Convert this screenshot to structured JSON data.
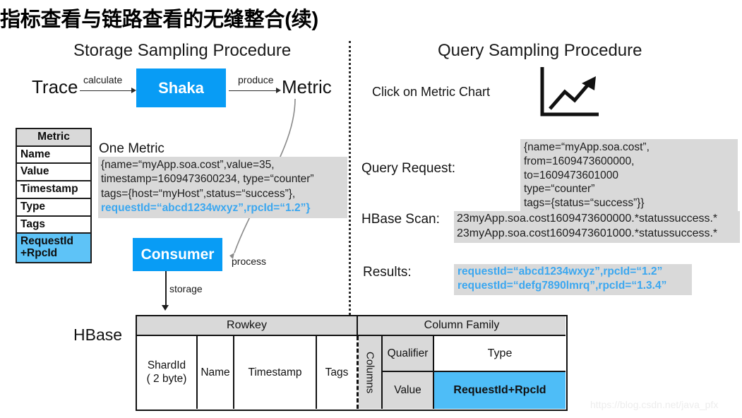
{
  "page": {
    "title": "指标查看与链路查看的无缝整合(续)",
    "watermark": "https://blog.csdn.net/java_pfx",
    "accent_blue": "#089cf5",
    "highlight_blue": "#4ebdf7",
    "text_blue": "#3ba7f0",
    "gray_fill": "#d9d9d9"
  },
  "storage_side": {
    "heading": "Storage Sampling Procedure",
    "flow": {
      "source_label": "Trace",
      "arrow1_label": "calculate",
      "processor_label": "Shaka",
      "arrow2_label": "produce",
      "output_label": "Metric"
    },
    "consumer": {
      "label": "Consumer",
      "incoming_label": "process",
      "outgoing_label": "storage"
    },
    "metric_table": {
      "header": "Metric",
      "rows": [
        "Name",
        "Value",
        "Timestamp",
        "Type",
        "Tags"
      ],
      "highlight_row": "RequestId\n+RpcId"
    },
    "one_metric": {
      "title": "One Metric",
      "lines": [
        "{name=“myApp.soa.cost”,value=35,",
        "timestamp=1609473600234, type=“counter”",
        "tags={host=“myHost”,status=“success”},"
      ],
      "highlighted_line": "requestId=“abcd1234wxyz”,rpcId=“1.2”}"
    }
  },
  "query_side": {
    "heading": "Query Sampling Procedure",
    "click_text": "Click on Metric Chart",
    "chart_icon": "line-chart-up-icon",
    "query_request": {
      "label": "Query Request:",
      "lines": [
        "{name=“myApp.soa.cost”,",
        "from=1609473600000,",
        "to=1609473601000",
        "type=“counter”",
        "tags={status=“success”}}"
      ]
    },
    "hbase_scan": {
      "label": "HBase Scan:",
      "lines": [
        "23myApp.soa.cost1609473600000.*statussuccess.*",
        "23myApp.soa.cost1609473601000.*statussuccess.*"
      ]
    },
    "results": {
      "label": "Results:",
      "lines": [
        "requestId=“abcd1234wxyz”,rpcId=“1.2”",
        "requestId=“defg7890lmrq”,rpcId=“1.3.4”"
      ]
    }
  },
  "hbase_table": {
    "side_label": "HBase",
    "group_headers": [
      "Rowkey",
      "Column Family"
    ],
    "rowkey_columns": [
      "ShardId\n( 2 byte)",
      "Name",
      "Timestamp",
      "Tags"
    ],
    "columns_label": "Columns",
    "qualifier_label": "Qualifier",
    "value_label": "Value",
    "type_label": "Type",
    "requestid_rpcid_label": "RequestId+RpcId"
  }
}
